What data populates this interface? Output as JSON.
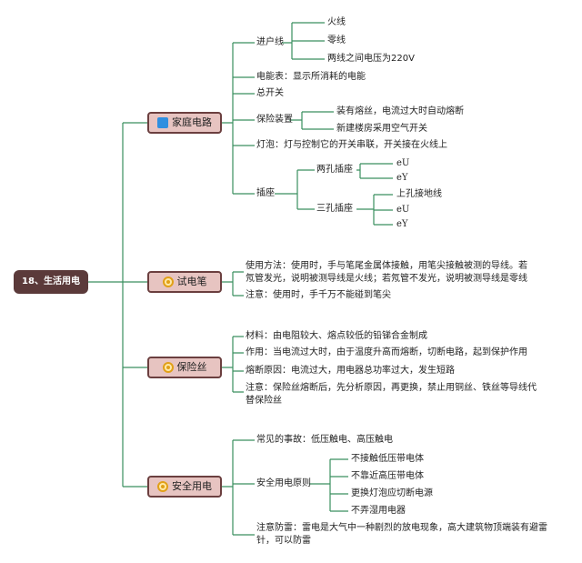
{
  "root": {
    "label": "18、生活用电"
  },
  "branches": {
    "household": {
      "label": "家庭电路",
      "icon": "blue-square-icon",
      "incoming": {
        "label": "进户线",
        "items": [
          "火线",
          "零线",
          "两线之间电压为220V"
        ]
      },
      "meter": "电能表：显示所消耗的电能",
      "main_switch": "总开关",
      "protection": {
        "label": "保险装置",
        "items": [
          "装有熔丝，电流过大时自动熔断",
          "新建楼房采用空气开关"
        ]
      },
      "lamp": "灯泡：灯与控制它的开关串联，开关接在火线上",
      "socket": {
        "label": "插座",
        "two_hole": {
          "label": "两孔插座",
          "items": [
            "eU",
            "eY"
          ]
        },
        "three_hole": {
          "label": "三孔插座",
          "items": [
            "上孔接地线",
            "eU",
            "eY"
          ]
        }
      }
    },
    "tester": {
      "label": "试电笔",
      "icon": "badge-icon",
      "usage": "使用方法：使用时，手与笔尾金属体接触，用笔尖接触被测的导线。若氖管发光，说明被测导线是火线；若氖管不发光，说明被测导线是零线",
      "note": "注意：使用时，手千万不能碰到笔尖"
    },
    "fuse": {
      "label": "保险丝",
      "icon": "badge-icon",
      "material": "材料：由电阻较大、熔点较低的铅锑合金制成",
      "function": "作用：当电流过大时，由于温度升高而熔断，切断电路，起到保护作用",
      "cause": "熔断原因：电流过大，用电器总功率过大，发生短路",
      "note": "注意：保险丝熔断后，先分析原因，再更换，禁止用铜丝、铁丝等导线代替保险丝"
    },
    "safety": {
      "label": "安全用电",
      "icon": "badge-icon",
      "accidents": "常见的事故：低压触电、高压触电",
      "principles": {
        "label": "安全用电原则",
        "items": [
          "不接触低压带电体",
          "不靠近高压带电体",
          "更换灯泡应切断电源",
          "不弄湿用电器"
        ]
      },
      "lightning": "注意防雷：雷电是大气中一种剧烈的放电现象，高大建筑物顶端装有避雷针，可以防雷"
    }
  }
}
